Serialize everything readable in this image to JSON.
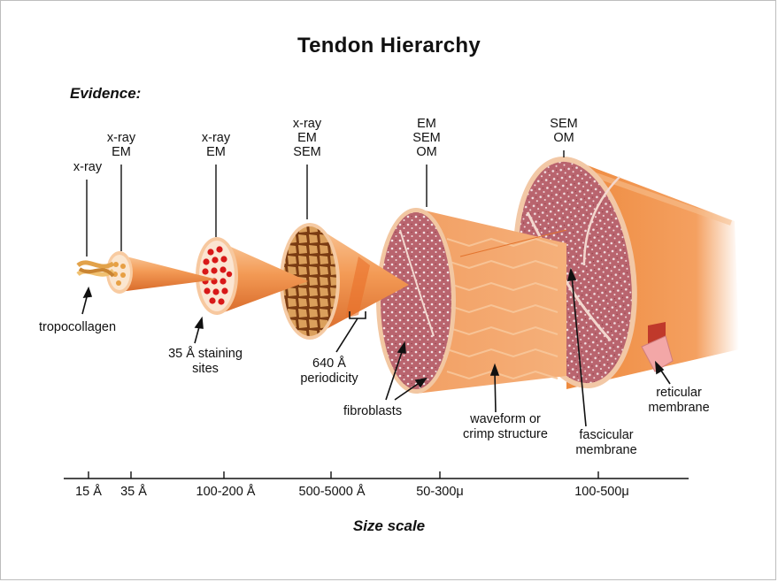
{
  "title": "Tendon Hierarchy",
  "evidence_heading": "Evidence:",
  "evidence_labels": [
    [
      "x-ray"
    ],
    [
      "x-ray",
      "EM"
    ],
    [
      "x-ray",
      "EM"
    ],
    [
      "x-ray",
      "EM",
      "SEM"
    ],
    [
      "EM",
      "SEM",
      "OM"
    ],
    [
      "SEM",
      "OM"
    ]
  ],
  "callouts": {
    "tropocollagen": "tropocollagen",
    "staining_sites": [
      "35 Å staining",
      "sites"
    ],
    "periodicity": [
      "640 Å",
      "periodicity"
    ],
    "fibroblasts": "fibroblasts",
    "crimp": [
      "waveform or",
      "crimp structure"
    ],
    "fascicular": [
      "fascicular",
      "membrane"
    ],
    "reticular": [
      "reticular",
      "membrane"
    ]
  },
  "size_scale": {
    "title": "Size scale",
    "ticks": [
      "15 Å",
      "35 Å",
      "100-200 Å",
      "500-5000 Å",
      "50-300μ",
      "100-500μ"
    ]
  },
  "colors": {
    "tendon_orange": "#f08a3c",
    "tendon_light": "#f7b57e",
    "fascicle_pink": "#b5606c",
    "staining_red": "#d81818",
    "fibril_tan": "#d89a4e",
    "reticular_pink": "#f3a7a7"
  }
}
